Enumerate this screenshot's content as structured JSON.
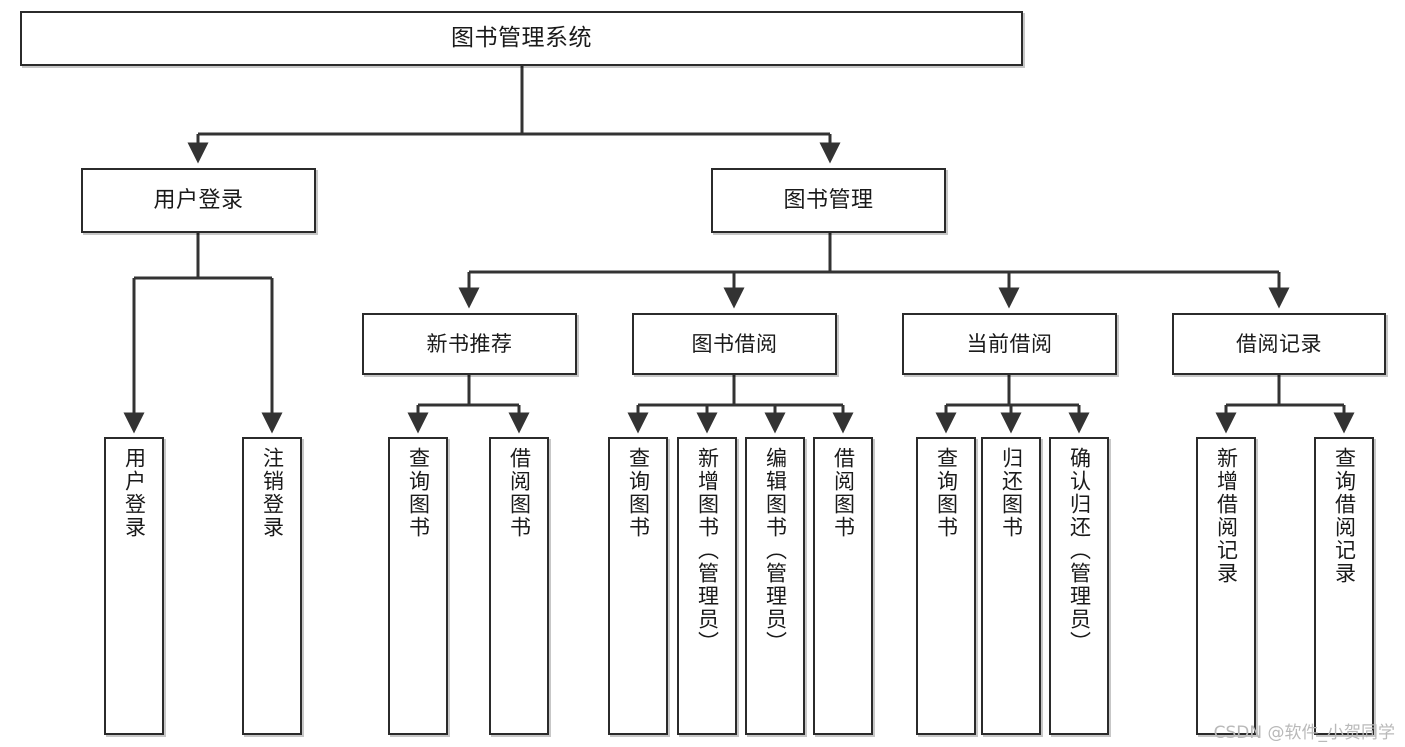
{
  "diagram": {
    "title": "图书管理系统",
    "watermark": "CSDN @软件_小贺同学",
    "colors": {
      "box_border": "#2b2b2b",
      "box_fill": "#ffffff",
      "edge": "#333333",
      "text": "#1a1a1a",
      "watermark": "#b9b9b9",
      "background": "#ffffff"
    },
    "root": {
      "label": "图书管理系统"
    },
    "level2": [
      {
        "label": "用户登录"
      },
      {
        "label": "图书管理"
      }
    ],
    "level3": [
      {
        "label": "新书推荐"
      },
      {
        "label": "图书借阅"
      },
      {
        "label": "当前借阅"
      },
      {
        "label": "借阅记录"
      }
    ],
    "leaves": {
      "user_login": [
        {
          "label": "用户登录"
        },
        {
          "label": "注销登录"
        }
      ],
      "new_book": [
        {
          "label": "查询图书"
        },
        {
          "label": "借阅图书"
        }
      ],
      "book_borrow": [
        {
          "label": "查询图书"
        },
        {
          "label": "新增图书（管理员）"
        },
        {
          "label": "编辑图书（管理员）"
        },
        {
          "label": "借阅图书"
        }
      ],
      "current_borrow": [
        {
          "label": "查询图书"
        },
        {
          "label": "归还图书"
        },
        {
          "label": "确认归还（管理员）"
        }
      ],
      "borrow_record": [
        {
          "label": "新增借阅记录"
        },
        {
          "label": "查询借阅记录"
        }
      ]
    }
  }
}
